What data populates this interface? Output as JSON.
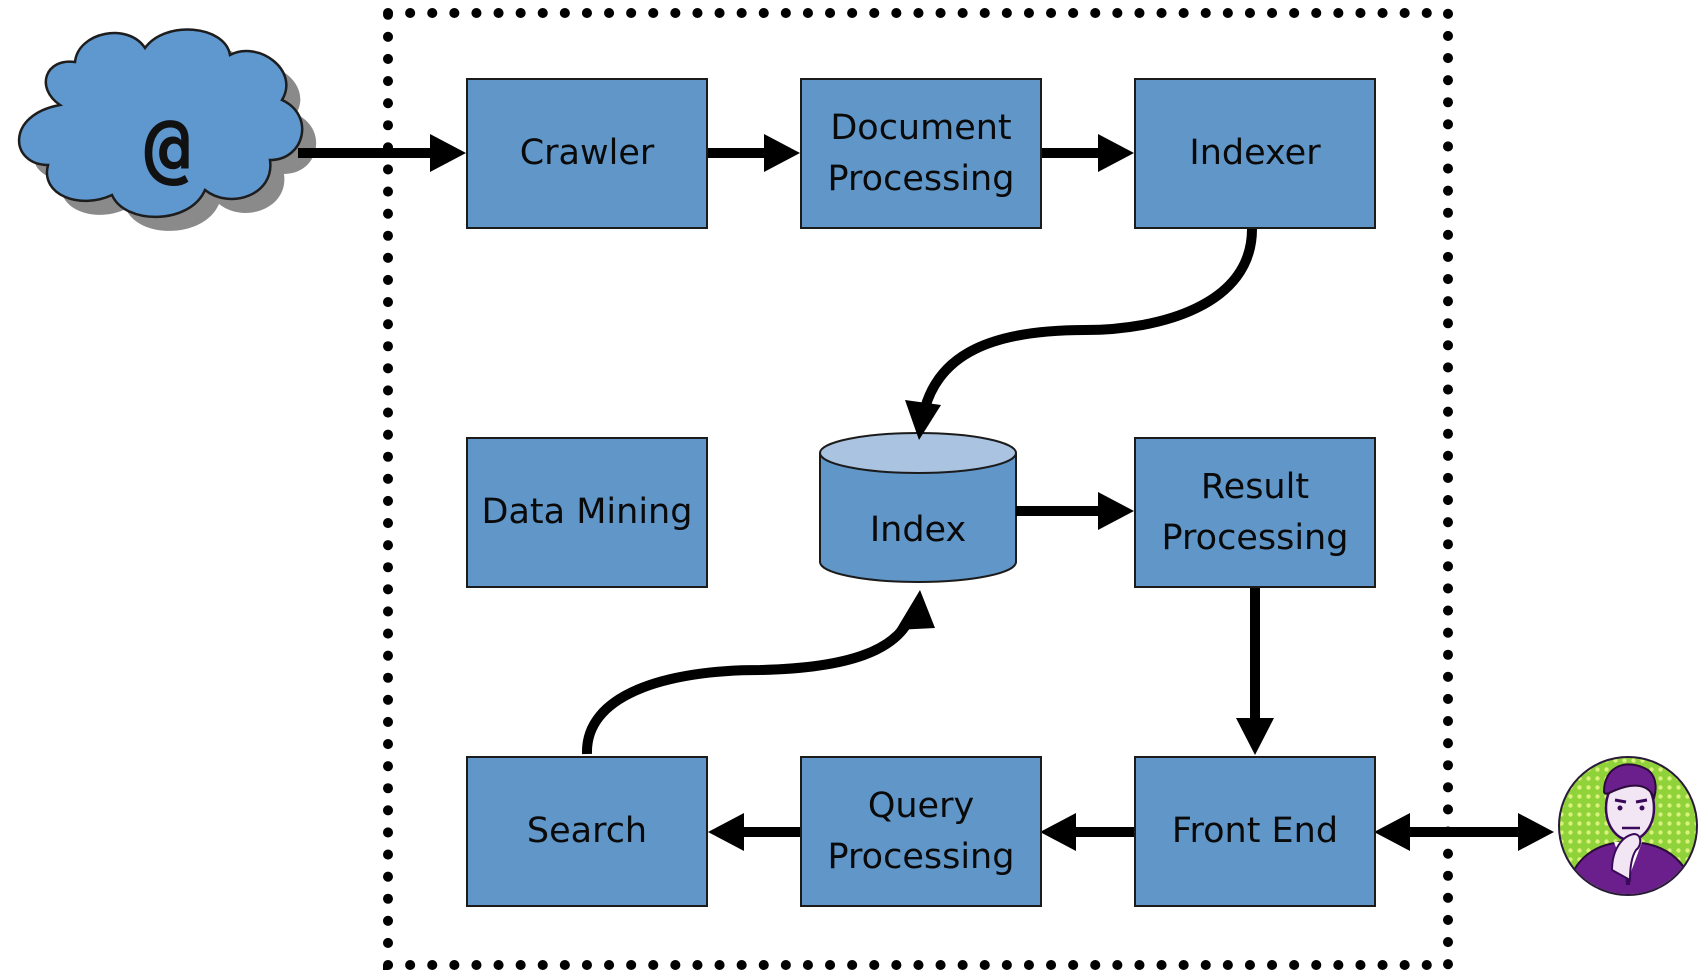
{
  "nodes": {
    "crawler": "Crawler",
    "document_processing": "Document\nProcessing",
    "indexer": "Indexer",
    "data_mining": "Data Mining",
    "index": "Index",
    "result_processing": "Result\nProcessing",
    "search": "Search",
    "query_processing": "Query\nProcessing",
    "front_end": "Front End"
  },
  "web_cloud": {
    "symbol": "@",
    "icon": "cloud-icon"
  },
  "user": {
    "icon": "thinking-man-icon"
  },
  "colors": {
    "box_fill": "#6096c8",
    "box_border": "#1b1b1b",
    "cylinder_top": "#a9c3e0",
    "arrow": "#000000",
    "boundary": "#000000",
    "user_bg": "#8fd23a",
    "user_suit": "#6a1f8c"
  },
  "edges": [
    {
      "from": "web",
      "to": "crawler"
    },
    {
      "from": "crawler",
      "to": "document_processing"
    },
    {
      "from": "document_processing",
      "to": "indexer"
    },
    {
      "from": "indexer",
      "to": "index"
    },
    {
      "from": "index",
      "to": "result_processing"
    },
    {
      "from": "result_processing",
      "to": "front_end"
    },
    {
      "from": "front_end",
      "to": "query_processing"
    },
    {
      "from": "query_processing",
      "to": "search"
    },
    {
      "from": "search",
      "to": "index"
    },
    {
      "from": "front_end",
      "to": "user",
      "bidirectional": true
    }
  ]
}
